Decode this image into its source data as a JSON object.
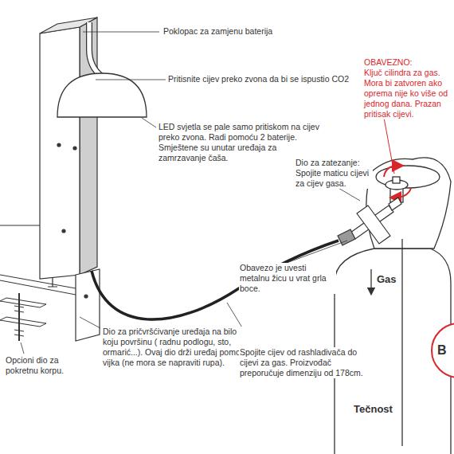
{
  "diagram": {
    "nodes": [
      {
        "text": [
          "B"
        ]
      }
    ],
    "labels": [
      "Poklopac za zamjenu baterija",
      "Pritisnite cijev preko zvona da bi se ispustio CO2",
      "LED svjetla se pale samo pritiskom na cijev preko zvona. Radi pomoću 2 baterije. Smještene su unutar uređaja za zamrzavanje čaša.",
      "OBAVEZNO:",
      "Ključ cilindra za gas. Mora bi zatvoren ako oprema nije ko više od jednog dana. Prazan pritisak cijevi.",
      "Dio za zatezanje: Spojite maticu cijevi za cijev gasa.",
      "Obavezo je uvesti metalnu žicu u vrat grla boce.",
      "Gas",
      "Tečnost",
      "Dio za pričvršćivanje uređaja na bilo koju površinu ( radnu podlogu, sto, ormarić...). Ovaj dio drži uređaj pomoću vijka (ne mora se napraviti rupa).",
      "Spojite cijev od rashladivača do cijevi za gas. Proizvođač preporučuje dimenziju od 178cm.",
      "Opcioni dio za pokretnu korpu."
    ]
  }
}
